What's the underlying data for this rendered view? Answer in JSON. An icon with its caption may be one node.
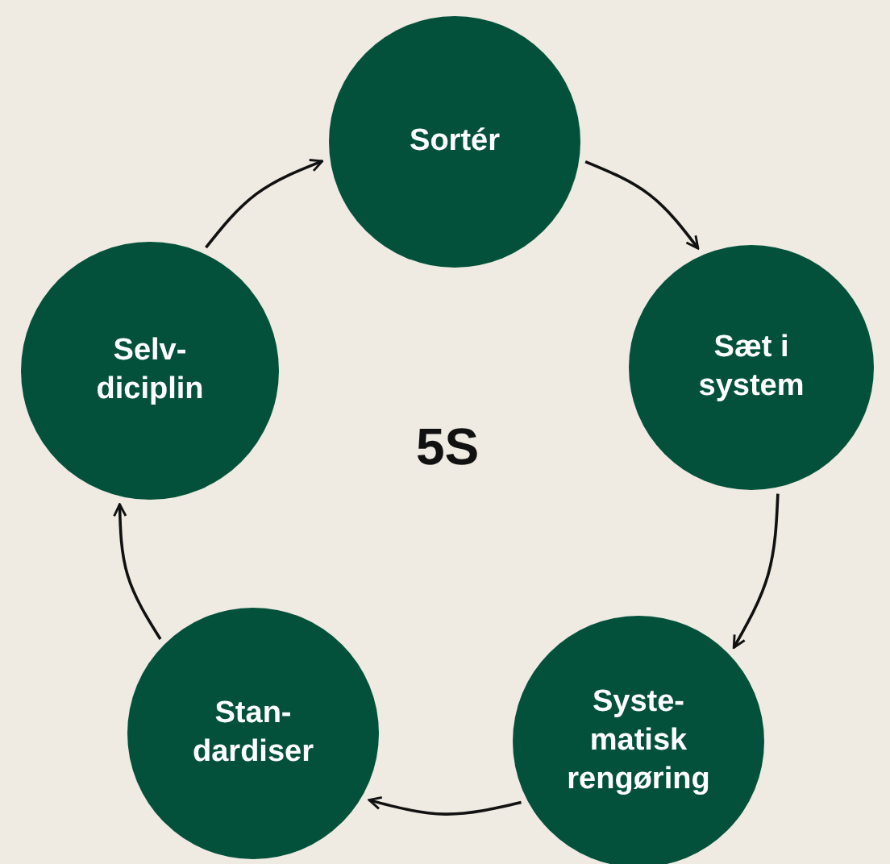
{
  "diagram": {
    "nodes": [
      {
        "text": [
          "Sortér"
        ]
      },
      {
        "text": [
          "Sæt i system"
        ]
      },
      {
        "text": [
          "Syste-matisk rengøring"
        ]
      },
      {
        "text": [
          "Stan-dardiser"
        ]
      },
      {
        "text": [
          "Selv-diciplin"
        ]
      }
    ],
    "edges": [
      {
        "from": 0,
        "to": 1,
        "arrow": "to"
      },
      {
        "from": 1,
        "to": 2,
        "arrow": "to"
      },
      {
        "from": 2,
        "to": 3,
        "arrow": "to"
      },
      {
        "from": 3,
        "to": 4,
        "arrow": "to"
      },
      {
        "from": 4,
        "to": 0,
        "arrow": "to"
      }
    ],
    "labels": [
      "5S"
    ]
  }
}
